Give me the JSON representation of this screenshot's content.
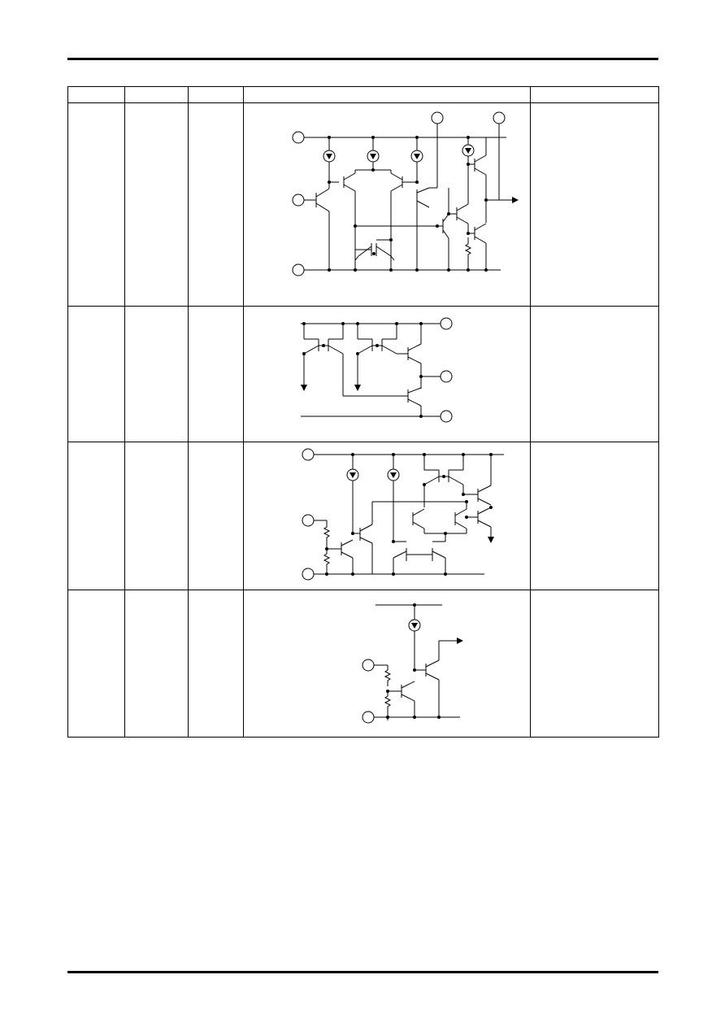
{
  "table": {
    "columns": [
      "",
      "",
      "",
      "",
      ""
    ],
    "rows": [
      {
        "name": "",
        "circuit": "op-amp-input-stage"
      },
      {
        "name": "",
        "circuit": "current-mirror-output"
      },
      {
        "name": "",
        "circuit": "differential-output-stage"
      },
      {
        "name": "",
        "circuit": "emitter-follower-output"
      }
    ]
  },
  "icons": {
    "current_source": "current-source-icon",
    "transistor": "npn-transistor-icon",
    "resistor": "resistor-icon",
    "terminal": "terminal-circle-icon"
  }
}
